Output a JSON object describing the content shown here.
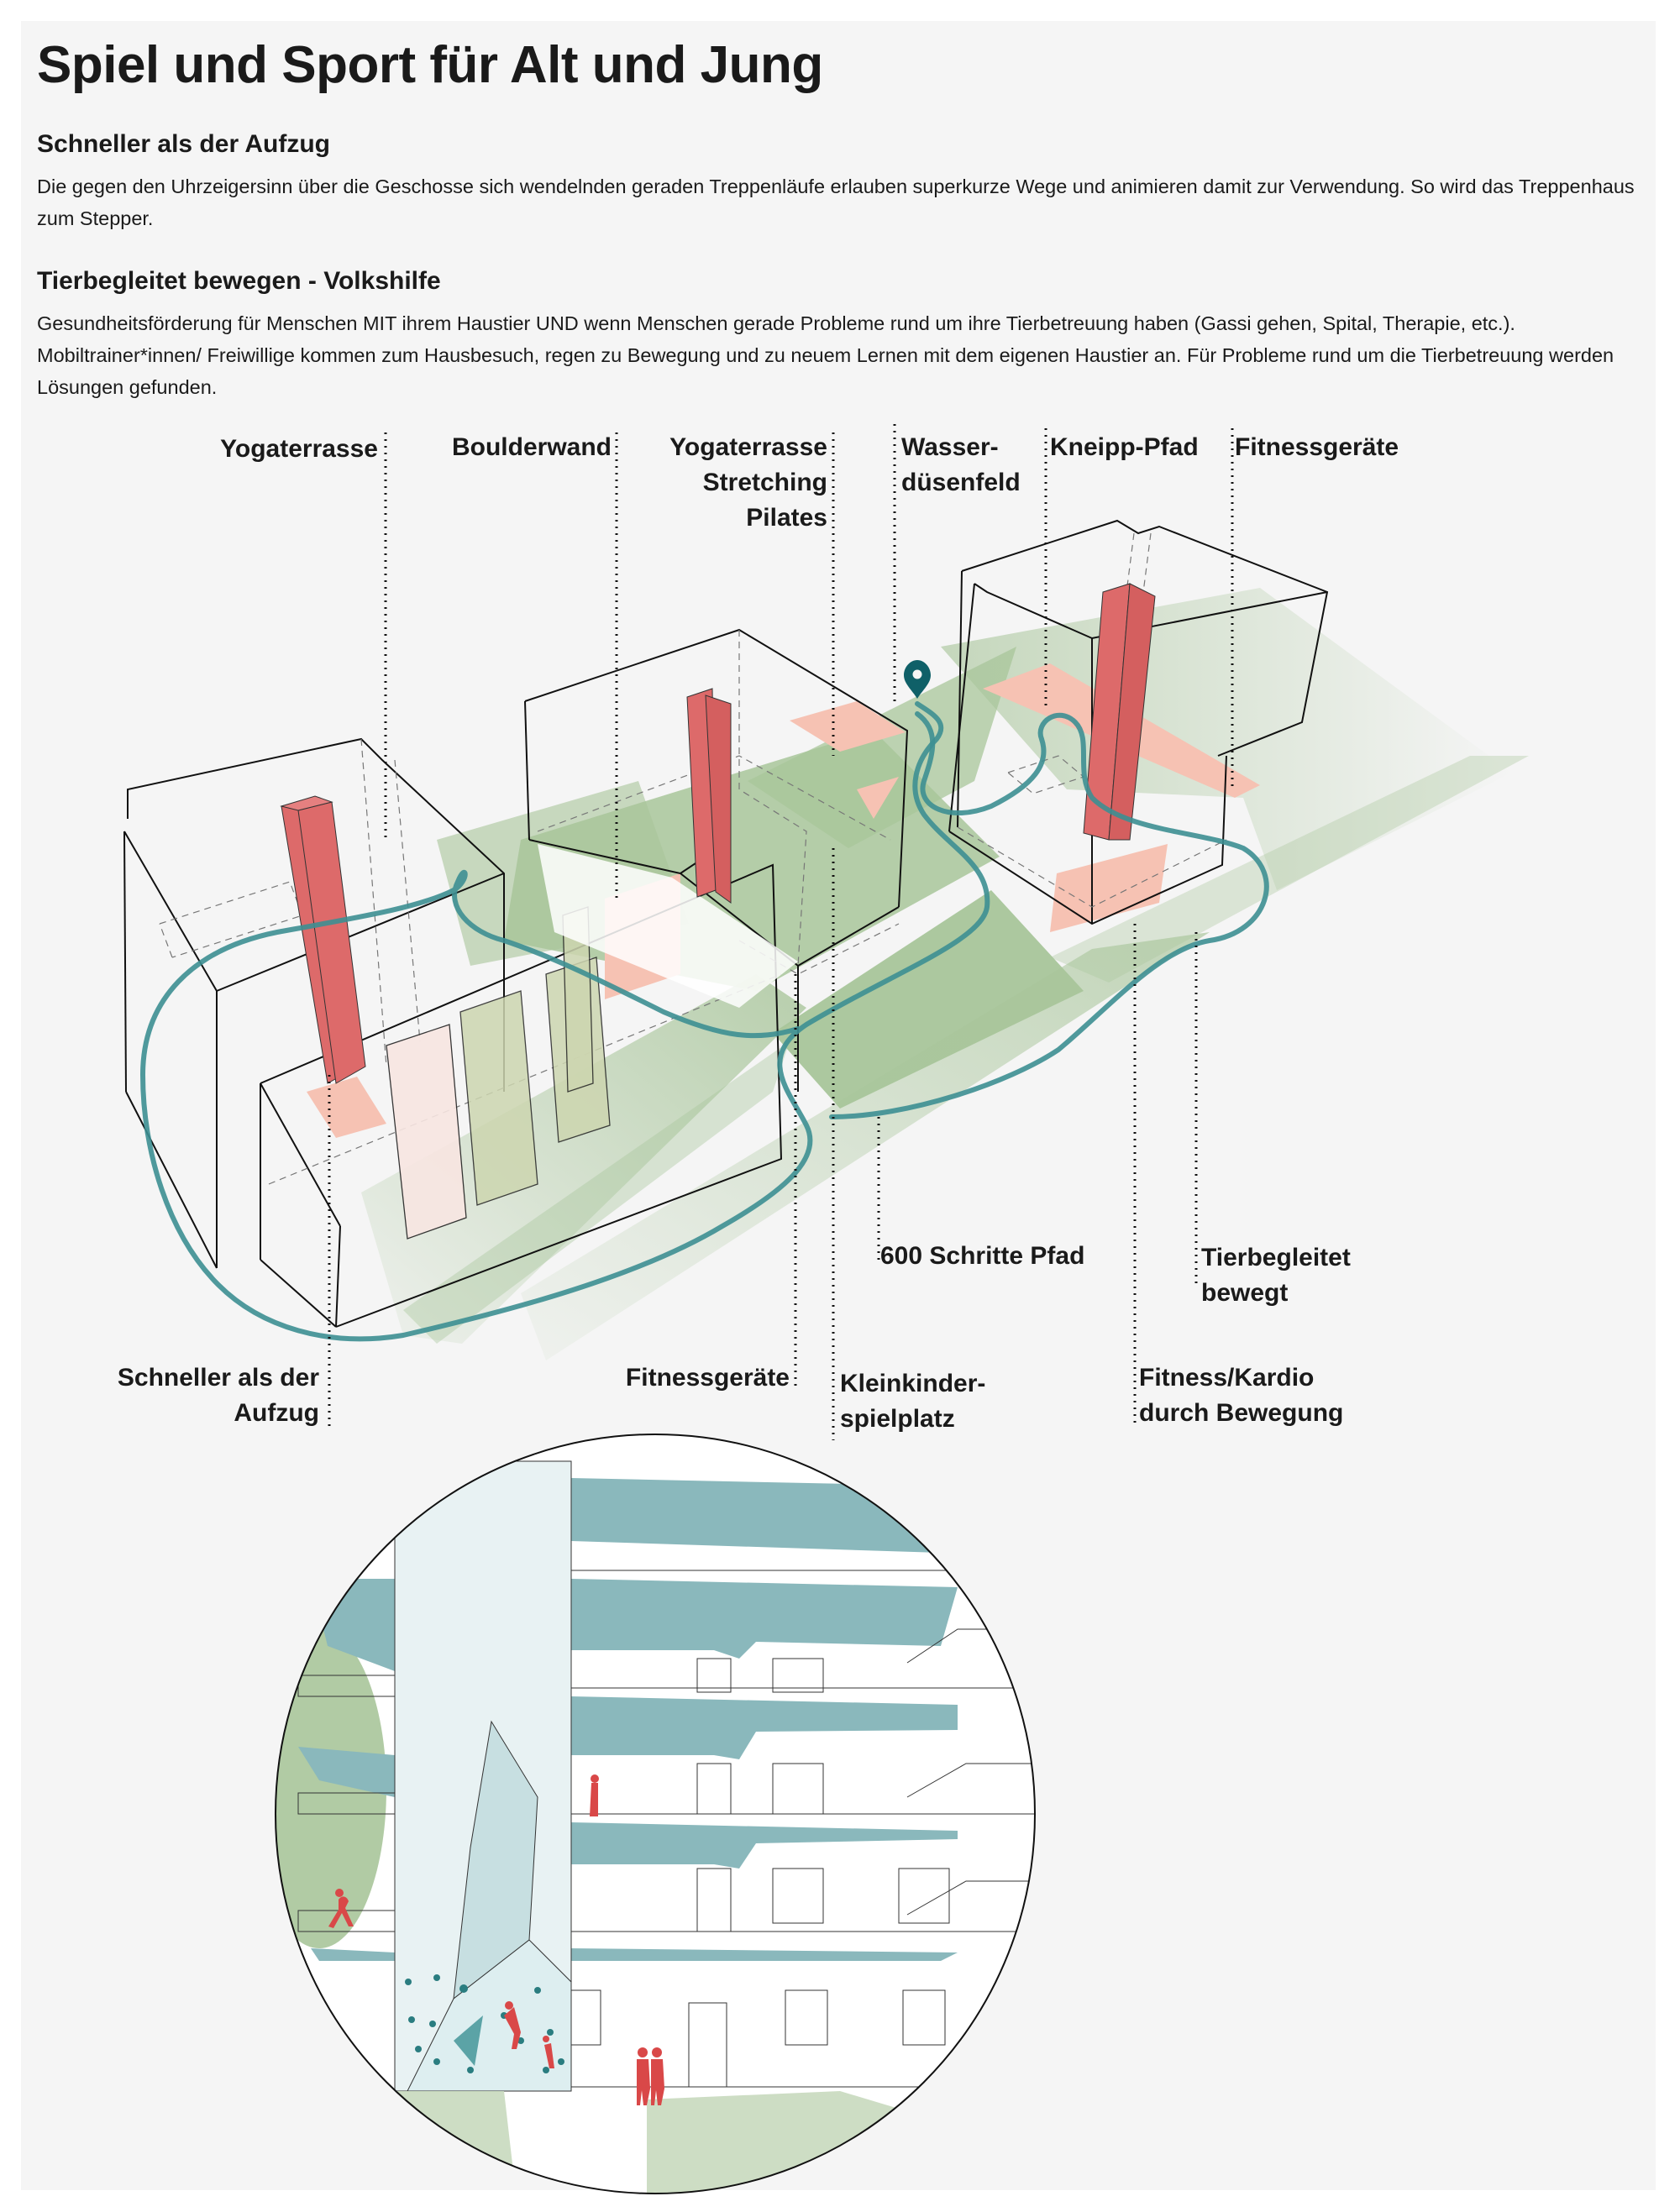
{
  "document": {
    "title": "Spiel und Sport für Alt und Jung",
    "sections": [
      {
        "heading": "Schneller als der Aufzug",
        "body": "Die gegen den Uhrzeigersinn über die Geschosse sich wendelnden geraden Treppenläufe erlauben superkurze Wege und animieren damit zur Verwendung. So wird das Treppenhaus zum Stepper."
      },
      {
        "heading": "Tierbegleitet bewegen - Volkshilfe",
        "body": "Gesundheitsförderung für Menschen MIT ihrem Haustier UND wenn Menschen gerade Probleme rund um ihre Tierbetreuung haben (Gassi gehen, Spital, Therapie, etc.). Mobiltrainer*innen/ Freiwillige kommen zum Hausbesuch, regen zu Bewegung und zu neuem Lernen mit dem eigenen Haustier an. Für Probleme rund um die Tierbetreuung werden Lösungen gefunden."
      }
    ]
  },
  "diagram": {
    "top_labels": [
      {
        "id": "yogaterrasse",
        "text": "Yogaterrasse"
      },
      {
        "id": "boulderwand",
        "text": "Boulderwand"
      },
      {
        "id": "yoga-stretching-pilates",
        "text": "Yogaterrasse\nStretching\nPilates"
      },
      {
        "id": "wasserduesenfeld",
        "text": "Wasser-\ndüsenfeld"
      },
      {
        "id": "kneipp-pfad",
        "text": "Kneipp-Pfad"
      },
      {
        "id": "fitnessgeraete-top",
        "text": "Fitnessgeräte"
      }
    ],
    "bottom_labels": [
      {
        "id": "schneller-als-der-aufzug",
        "text": "Schneller als der\nAufzug"
      },
      {
        "id": "fitnessgeraete-bottom",
        "text": "Fitnessgeräte"
      },
      {
        "id": "kleinkinderspielplatz",
        "text": "Kleinkinder-\nspielplatz"
      },
      {
        "id": "600-schritte-pfad",
        "text": "600 Schritte Pfad"
      },
      {
        "id": "tierbegleitet-bewegt",
        "text": "Tierbegleitet\nbewegt"
      },
      {
        "id": "fitness-kardio",
        "text": "Fitness/Kardio\ndurch Bewegung"
      }
    ],
    "icons": {
      "location_pin": "map-pin-icon"
    },
    "colors": {
      "background": "#f5f5f5",
      "stair_core": "#dd6a6a",
      "activity_zone": "#f6c2b3",
      "green_space": "#a8c59a",
      "path": "#3d8f92",
      "pin": "#0f6068",
      "facade_accent": "#8ab8bc",
      "figures": "#d94848"
    }
  }
}
